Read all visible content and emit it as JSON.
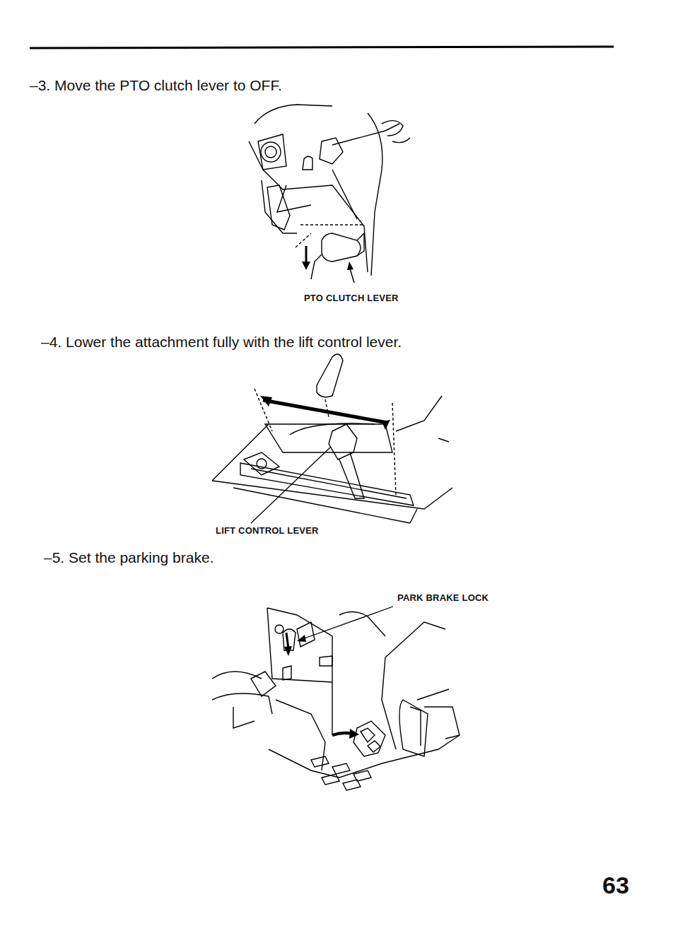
{
  "diagram": {
    "labels": [
      "–3. Move the PTO clutch lever to OFF.",
      "PTO CLUTCH LEVER",
      "–4. Lower the attachment fully with the lift control lever.",
      "LIFT CONTROL LEVER",
      "–5. Set the parking brake.",
      "PARK BRAKE LOCK",
      "63"
    ]
  }
}
